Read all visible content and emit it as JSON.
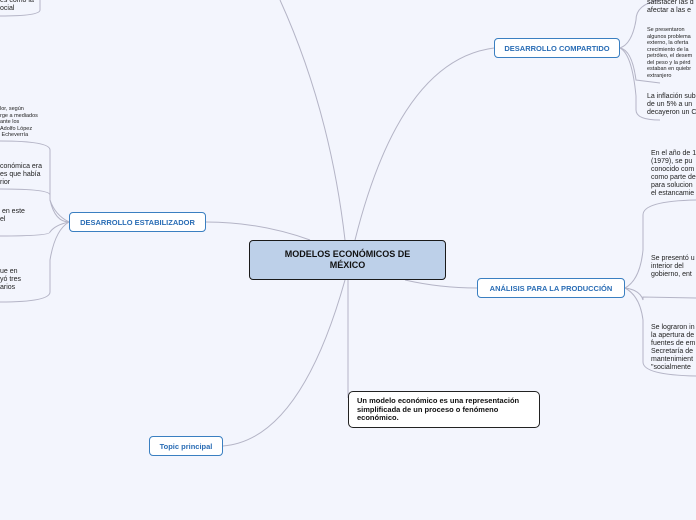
{
  "central": "MODELOS ECONÓMICOS DE MÉXICO",
  "topics": {
    "desarrollo_compartido": "DESARROLLO COMPARTIDO",
    "desarrollo_estabilizador": "DESARROLLO ESTABILIZADOR",
    "analisis_produccion": "ANÁLISIS PARA LA PRODUCCIÓN",
    "topic_principal": "Topic principal"
  },
  "note": "Un modelo económico es una representación simplificada de un proceso o fenómeno económico.",
  "leaves": {
    "left_top": "es como la\nocial",
    "left_1": "lor, según\nrge a mediados\nante los\nAdolfo López\n Echeverría",
    "left_2": "conómica era\nes que había\nrior",
    "left_3": " en este\nel",
    "left_4": "ue en\nyó tres\narios",
    "dc_1": "satisfacer las d\nafectar a las e",
    "dc_2": "Se presentaron\nalgunos problema\nexterno, la oferta\ncrecimiento de la\npetróleo, el desem\ndel peso y la pérd\nestaban en quiebr\nextranjero",
    "dc_3": "La inflación sub\nde un 5% a un\ndecayeron un C",
    "ap_1": "En el año de 1\n(1979), se pu\nconocido com\ncomo parte de\npara solucion\nel estancamie",
    "ap_2": "Se presentó u\ninterior del\ngobierno, ent",
    "ap_3": "Se lograron in\nla apertura de\nfuentes de em\nSecretaría de\nmantenimient\n\"socialmente"
  }
}
